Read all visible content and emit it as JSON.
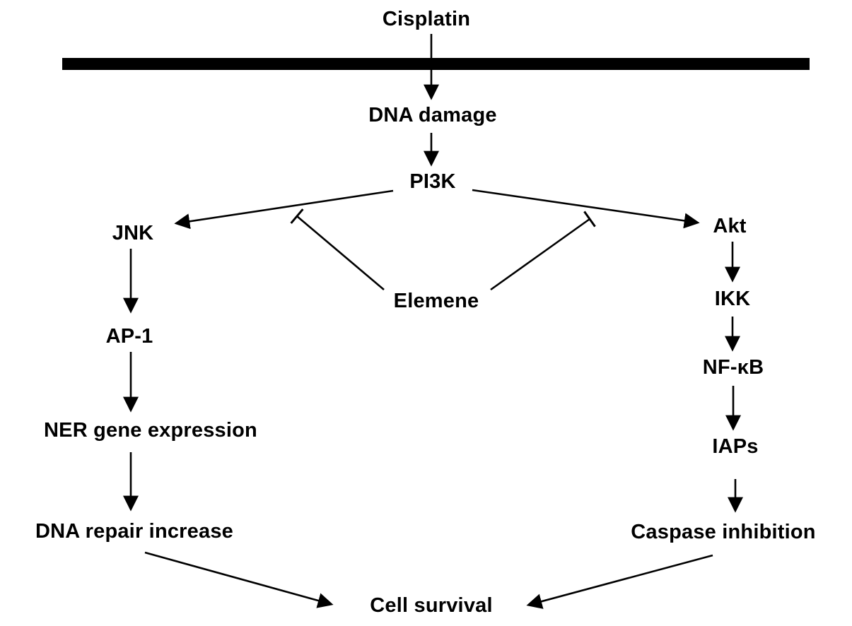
{
  "diagram": {
    "title": "Cisplatin / Elemene signalling pathway to cell survival",
    "colors": {
      "ink": "#000000",
      "background": "#ffffff"
    },
    "membrane": {
      "description": "cell membrane bar crossed by Cisplatin arrow"
    },
    "nodes": {
      "cisplatin": "Cisplatin",
      "dna_damage": "DNA damage",
      "pi3k": "PI3K",
      "jnk": "JNK",
      "akt": "Akt",
      "elemene": "Elemene",
      "ap1": "AP-1",
      "ikk": "IKK",
      "nfkb": "NF-κB",
      "ner": "NER gene expression",
      "iaps": "IAPs",
      "dna_repair": "DNA repair increase",
      "caspase": "Caspase inhibition",
      "cell_survival": "Cell survival"
    },
    "edges": [
      {
        "from": "cisplatin",
        "to": "dna_damage",
        "type": "activation"
      },
      {
        "from": "dna_damage",
        "to": "pi3k",
        "type": "activation"
      },
      {
        "from": "pi3k",
        "to": "jnk",
        "type": "activation"
      },
      {
        "from": "pi3k",
        "to": "akt",
        "type": "activation"
      },
      {
        "from": "elemene",
        "to": "pi3k-jnk-arrow",
        "type": "inhibition"
      },
      {
        "from": "elemene",
        "to": "pi3k-akt-arrow",
        "type": "inhibition"
      },
      {
        "from": "jnk",
        "to": "ap1",
        "type": "activation"
      },
      {
        "from": "ap1",
        "to": "ner",
        "type": "activation"
      },
      {
        "from": "ner",
        "to": "dna_repair",
        "type": "activation"
      },
      {
        "from": "dna_repair",
        "to": "cell_survival",
        "type": "activation"
      },
      {
        "from": "akt",
        "to": "ikk",
        "type": "activation"
      },
      {
        "from": "ikk",
        "to": "nfkb",
        "type": "activation"
      },
      {
        "from": "nfkb",
        "to": "iaps",
        "type": "activation"
      },
      {
        "from": "iaps",
        "to": "caspase",
        "type": "activation"
      },
      {
        "from": "caspase",
        "to": "cell_survival",
        "type": "activation"
      }
    ]
  }
}
